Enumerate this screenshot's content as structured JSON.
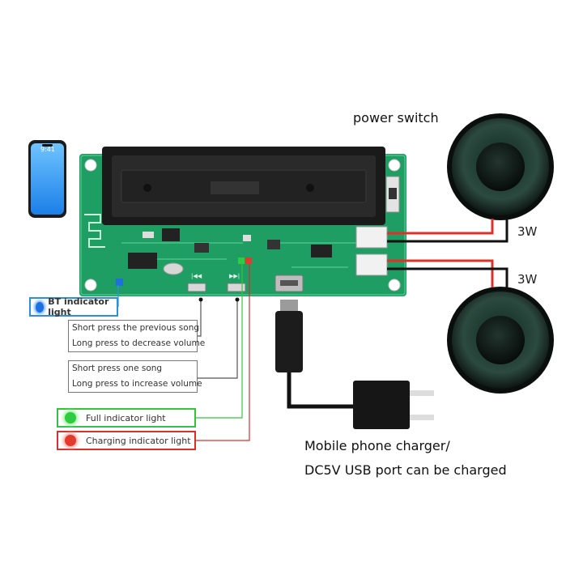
{
  "labels": {
    "power_switch": "power switch",
    "speaker_left_power": "3W",
    "speaker_right_power": "3W",
    "bt_indicator": "BT indicator light",
    "prev_short": "Short press the previous song",
    "prev_long": "Long press to decrease volume",
    "next_short": "Short press one song",
    "next_long": "Long press to increase volume",
    "full_indicator": "Full indicator light",
    "charging_indicator": "Charging indicator light",
    "charger_line1": "Mobile phone charger/",
    "charger_line2": "DC5V USB port can be charged"
  },
  "phone": {
    "time": "9:41"
  },
  "board_marks": {
    "prev_key": "|◀◀",
    "next_key": "▶▶|"
  },
  "colors": {
    "pcb": "#1f9e63",
    "bt_accent": "#2b8fe0",
    "full_accent": "#35c23f",
    "charging_accent": "#d9302c"
  }
}
